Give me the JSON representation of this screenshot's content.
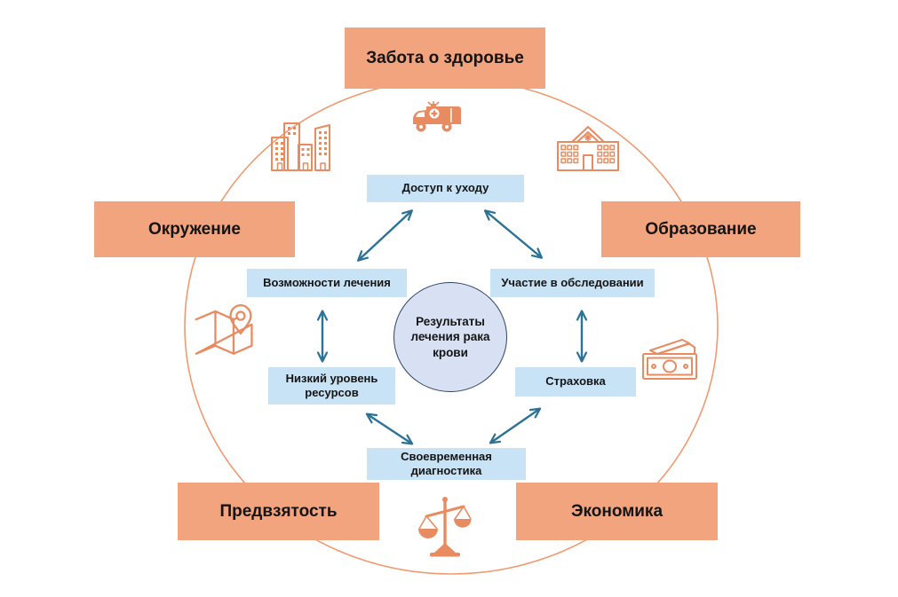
{
  "center": {
    "label": "Результаты лечения рака крови"
  },
  "categories": [
    {
      "label": "Забота о здоровье"
    },
    {
      "label": "Окружение"
    },
    {
      "label": "Образование"
    },
    {
      "label": "Предвзятость"
    },
    {
      "label": "Экономика"
    }
  ],
  "factors": [
    {
      "label": "Доступ к уходу"
    },
    {
      "label": "Возможности лечения"
    },
    {
      "label": "Участие в обследовании"
    },
    {
      "label": "Низкий уровень ресурсов"
    },
    {
      "label": "Страховка"
    },
    {
      "label": "Своевременная диагностика"
    }
  ],
  "icons": {
    "top_center": "ambulance-icon",
    "top_left": "city-buildings-icon",
    "top_right": "hospital-icon",
    "mid_left": "map-location-icon",
    "mid_right": "money-banknote-icon",
    "bottom_center": "justice-scales-icon"
  },
  "colors": {
    "category_fill": "#F2A47E",
    "factor_fill": "#C9E3F6",
    "center_fill": "#D8E1F3",
    "center_border": "#2F4560",
    "outer_circle": "#F09A70",
    "arrow": "#2B7296",
    "icon": "#E98B60",
    "text": "#141414"
  }
}
